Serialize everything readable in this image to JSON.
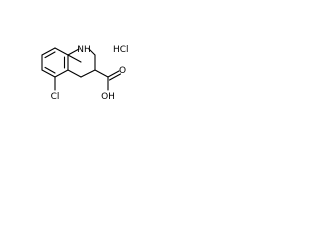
{
  "molecule": {
    "atom_labels": {
      "nh": "NH",
      "cl": "Cl",
      "oh": "OH",
      "o": "O"
    },
    "salt_label": "HCl"
  }
}
